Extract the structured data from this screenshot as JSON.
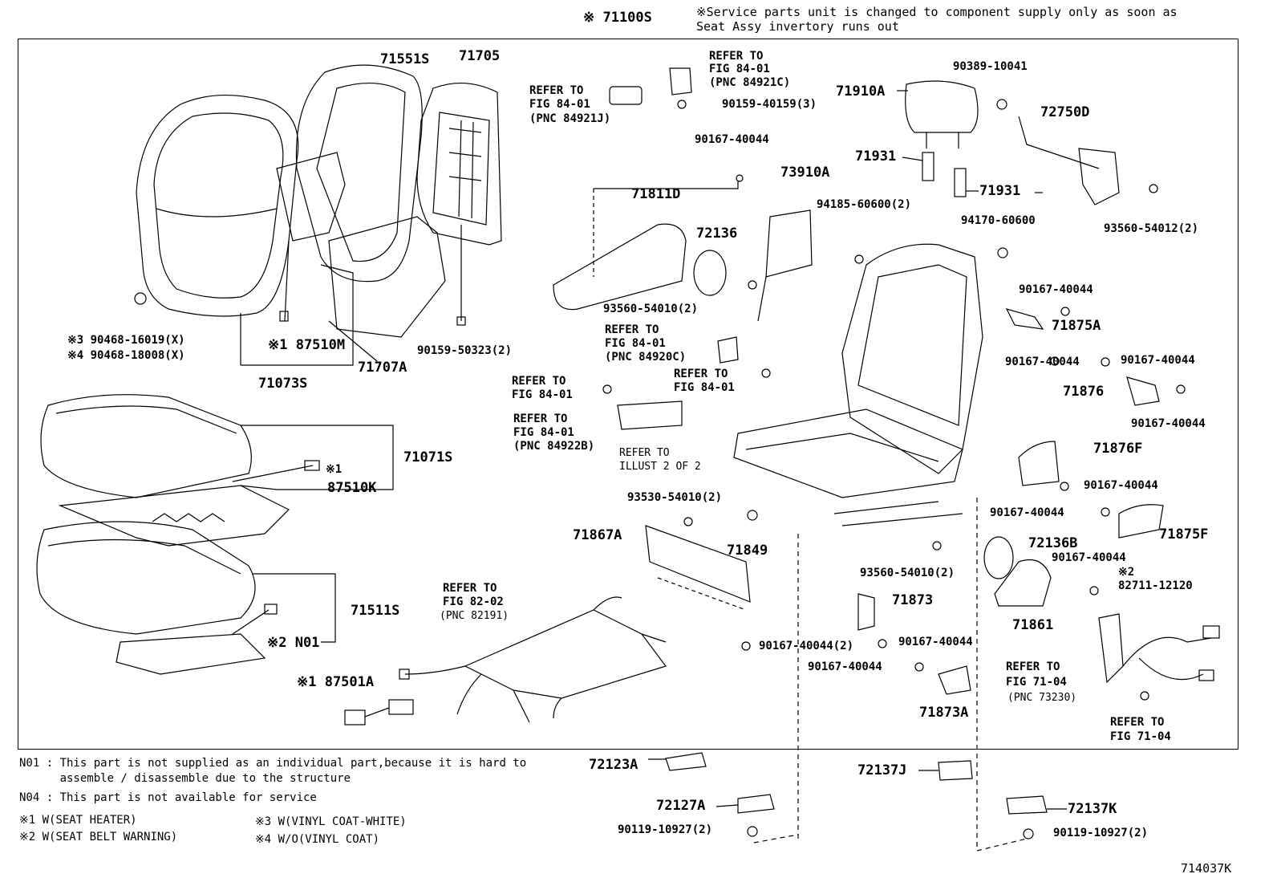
{
  "header": {
    "assy_number": "※ 71100S",
    "service_note_line1": "※Service parts unit is changed to component supply only as soon as",
    "service_note_line2": "Seat Assy invertory runs out"
  },
  "labels": {
    "p71551S": "71551S",
    "p71705": "71705",
    "refer_84921J_1": "REFER TO",
    "refer_84921J_2": "FIG 84-01",
    "refer_84921J_3": "(PNC 84921J)",
    "refer_84921C_1": "REFER TO",
    "refer_84921C_2": "FIG 84-01",
    "refer_84921C_3": "(PNC 84921C)",
    "p90159_40159": "90159-40159(3)",
    "p90167_40044_a": "90167-40044",
    "p90389_10041": "90389-10041",
    "p71910A": "71910A",
    "p72750D": "72750D",
    "p71931_a": "71931",
    "p71931_b": "71931",
    "p73910A": "73910A",
    "p71811D": "71811D",
    "p72136": "72136",
    "p94185_60600": "94185-60600(2)",
    "p94170_60600": "94170-60600",
    "p93560_54012": "93560-54012(2)",
    "p93560_54010_a": "93560-54010(2)",
    "refer_84920C_1": "REFER TO",
    "refer_84920C_2": "FIG 84-01",
    "refer_84920C_3": "(PNC 84920C)",
    "refer_84_b_1": "REFER TO",
    "refer_84_b_2": "FIG 84-01",
    "refer_84_c_1": "REFER TO",
    "refer_84_c_2": "FIG 84-01",
    "refer_84922B_1": "REFER TO",
    "refer_84922B_2": "FIG 84-01",
    "refer_84922B_3": "(PNC 84922B)",
    "refer_illust_1": "REFER TO",
    "refer_illust_2": "ILLUST 2 OF 2",
    "p90167_40044_b": "90167-40044",
    "p71875A": "71875A",
    "p90167_40044_c": "90167-40044",
    "p90167_40044_d": "90167-40044",
    "p71876": "71876",
    "p90167_40044_e": "90167-40044",
    "p71876F": "71876F",
    "p90167_40044_f": "90167-40044",
    "p90167_40044_g": "90167-40044",
    "p71875F": "71875F",
    "p93530_54010": "93530-54010(2)",
    "p71867A": "71867A",
    "p71849": "71849",
    "p72136B": "72136B",
    "p93560_54010_b": "93560-54010(2)",
    "p90167_40044_h": "90167-40044",
    "mark2_a": "※2",
    "p82711_12120": "82711-12120",
    "p71861": "71861",
    "p71873": "71873",
    "p90167_40044_2": "90167-40044(2)",
    "p90167_40044_i": "90167-40044",
    "p90167_40044_j": "90167-40044",
    "p71873A": "71873A",
    "refer_71_04a_1": "REFER TO",
    "refer_71_04a_2": "FIG 71-04",
    "refer_71_04a_3": "(PNC 73230)",
    "refer_71_04b_1": "REFER TO",
    "refer_71_04b_2": "FIG 71-04",
    "mark3": "※3 90468-16019(X)",
    "mark4": "※4 90468-18008(X)",
    "p87510M": "※1 87510M",
    "p71073S": "71073S",
    "p71707A": "71707A",
    "p90159_50323": "90159-50323(2)",
    "p71071S": "71071S",
    "mark1_a": "※1",
    "p87510K": "87510K",
    "p71511S": "71511S",
    "p N01": "※2 N01",
    "refer_82_02_1": "REFER TO",
    "refer_82_02_2": "FIG 82-02",
    "refer_82_02_3": "(PNC 82191)",
    "p87501A": "※1 87501A",
    "p72123A": "72123A",
    "p72127A": "72127A",
    "p90119_10927_a": "90119-10927(2)",
    "p72137J": "72137J",
    "p72137K": "72137K",
    "p90119_10927_b": "90119-10927(2)",
    "figure_id": "714037K"
  },
  "notes": {
    "n01_line1": "N01 : This part is not supplied as an individual part,because it is hard to",
    "n01_line2": "      assemble / disassemble due to the structure",
    "n04": "N04 : This part is not available for service",
    "m1": "※1 W(SEAT HEATER)",
    "m2": "※2 W(SEAT BELT WARNING)",
    "m3": "※3 W(VINYL COAT-WHITE)",
    "m4": "※4 W/O(VINYL COAT)"
  }
}
